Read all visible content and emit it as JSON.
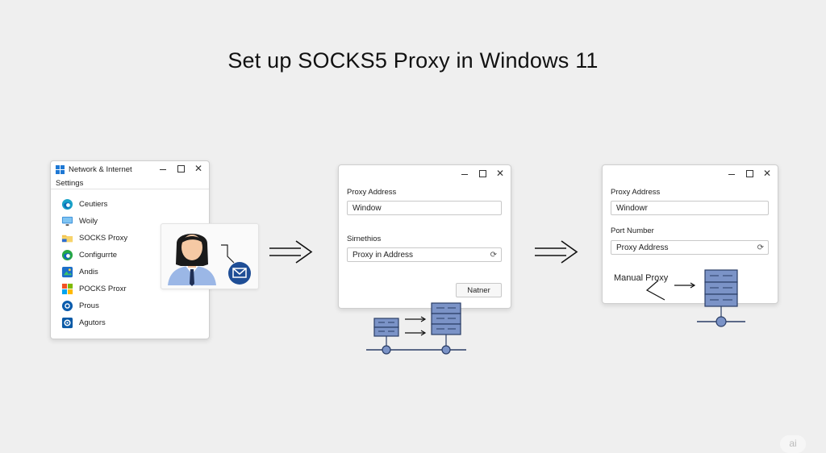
{
  "page": {
    "title": "Set up SOCKS5 Proxy in Windows 11"
  },
  "settings_window": {
    "title": "Network & Internet",
    "subtitle": "Settings",
    "items": [
      {
        "label": "Ceutiers",
        "icon": "edge-icon"
      },
      {
        "label": "Woily",
        "icon": "monitor-icon"
      },
      {
        "label": "SOCKS Proxy",
        "icon": "folder-icon"
      },
      {
        "label": "Configurrte",
        "icon": "edge-icon"
      },
      {
        "label": "Andis",
        "icon": "photos-icon"
      },
      {
        "label": "POCKS Proxr",
        "icon": "store-icon"
      },
      {
        "label": "Prous",
        "icon": "cortana-icon"
      },
      {
        "label": "Agutors",
        "icon": "gear-icon"
      }
    ]
  },
  "proxy_window_1": {
    "address_label": "Proxy Address",
    "address_value": "Window",
    "setup_label": "Sirnethios",
    "setup_value": "Proxy in Address",
    "button_label": "Natner"
  },
  "proxy_window_2": {
    "address_label": "Proxy Address",
    "address_value": "Windowr",
    "port_label": "Port Number",
    "port_value": "Proxy Address",
    "manual_label": "Manual Proxy"
  },
  "badge": {
    "text": "ai"
  },
  "colors": {
    "server_fill": "#7b93c7",
    "server_stroke": "#2a3d66",
    "accent_blue": "#1e78d4",
    "badge_blue": "#1f4e96"
  }
}
